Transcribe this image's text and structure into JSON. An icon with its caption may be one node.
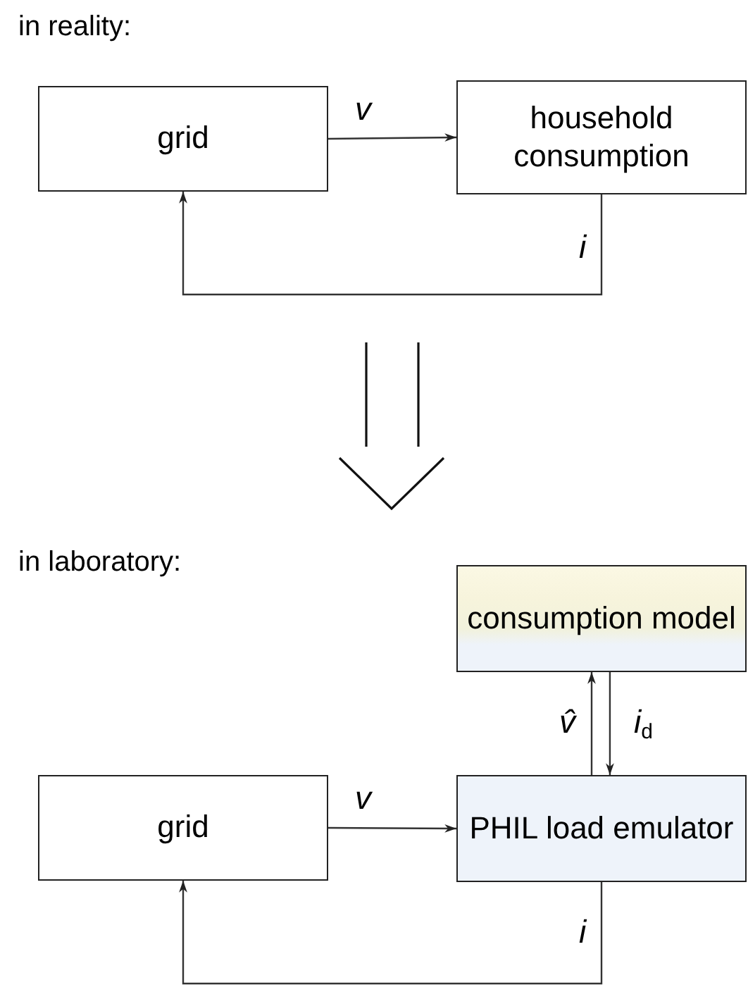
{
  "diagram": {
    "nodes": [
      {
        "text": [
          "grid"
        ]
      },
      {
        "text": [
          "household consumption"
        ]
      },
      {
        "text": [
          "consumption model"
        ]
      },
      {
        "text": [
          "grid"
        ]
      },
      {
        "text": [
          "PHIL load emulator"
        ]
      }
    ],
    "edges": [
      {
        "from": 0,
        "to": 1,
        "arrow": "to",
        "label": "v"
      },
      {
        "from": 1,
        "to": 0,
        "arrow": "to",
        "label": "i"
      },
      {
        "from": 4,
        "to": 2,
        "arrow": "to",
        "label": "v̂"
      },
      {
        "from": 2,
        "to": 4,
        "arrow": "to",
        "label": "*i*$_{d}$"
      },
      {
        "from": 3,
        "to": 4,
        "arrow": "to",
        "label": "v"
      },
      {
        "from": 4,
        "to": 3,
        "arrow": "to",
        "label": "i"
      }
    ],
    "labels": [
      "in reality:",
      "in laboratory:"
    ]
  }
}
